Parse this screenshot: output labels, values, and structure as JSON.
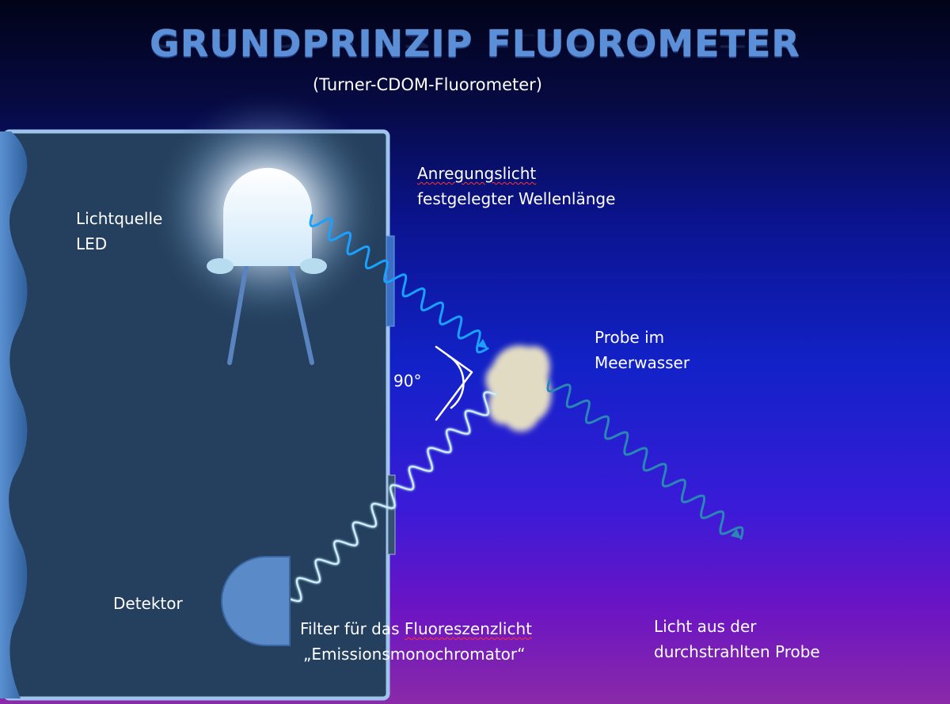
{
  "title": "GRUNDPRINZIP FLUOROMETER",
  "subtitle": "(Turner-CDOM-Fluorometer)",
  "labels": {
    "light_source_line1": "Lichtquelle",
    "light_source_line2": "LED",
    "excitation_line1": "Anregungslicht",
    "excitation_line2": "festgelegter Wellenlänge",
    "sample_line1": "Probe im",
    "sample_line2": "Meerwasser",
    "angle": "90°",
    "detector": "Detektor",
    "filter_line1_prefix": "Filter für das ",
    "filter_line1_word": "Fluoreszenzlicht",
    "filter_line2": "„Emissionsmonochromator“",
    "transmitted_line1": "Licht aus der",
    "transmitted_line2": "durchstrahlten Probe"
  },
  "colors": {
    "housing": "#24405e",
    "housing_border": "#9ec3ec",
    "left_wall": "#4a7ec2",
    "led_body": "#dff2ff",
    "excitation_wave": "#1aa0ff",
    "emission_wave": "#b7e6ff",
    "transmitted_wave": "#2a86b4",
    "sample": "#e2dbc4",
    "detector": "#5a8ac8"
  }
}
